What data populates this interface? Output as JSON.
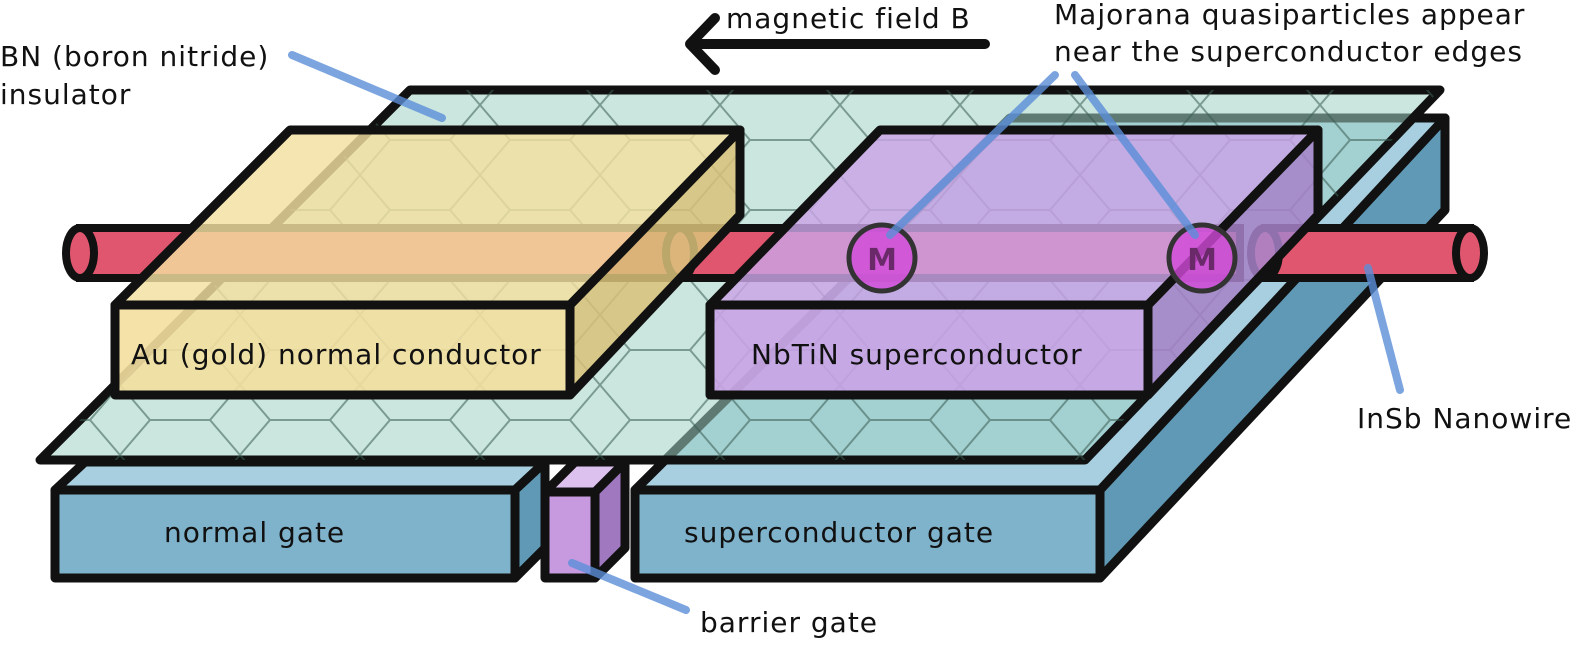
{
  "labels": {
    "bn_insulator_line1": "BN (boron nitride)",
    "bn_insulator_line2": "insulator",
    "magnetic_field": "magnetic field B",
    "majorana_line1": "Majorana quasiparticles appear",
    "majorana_line2": "near the superconductor edges",
    "gold_conductor": "Au (gold) normal conductor",
    "superconductor": "NbTiN superconductor",
    "nanowire": "InSb Nanowire",
    "normal_gate": "normal gate",
    "superconductor_gate": "superconductor gate",
    "barrier_gate": "barrier gate",
    "majorana_symbol_left": "M",
    "majorana_symbol_right": "M"
  },
  "colors": {
    "gate_blue": "#7fb3cc",
    "insulator_green": "#9fd1c4",
    "gold": "#f3dfa0",
    "superconductor_purple": "#c9a3e6",
    "barrier_purple": "#c79ae0",
    "nanowire_red": "#e0566e",
    "majorana_magenta": "#d24ad8",
    "pointer_blue": "#5b8ed8",
    "outline": "#111111"
  }
}
